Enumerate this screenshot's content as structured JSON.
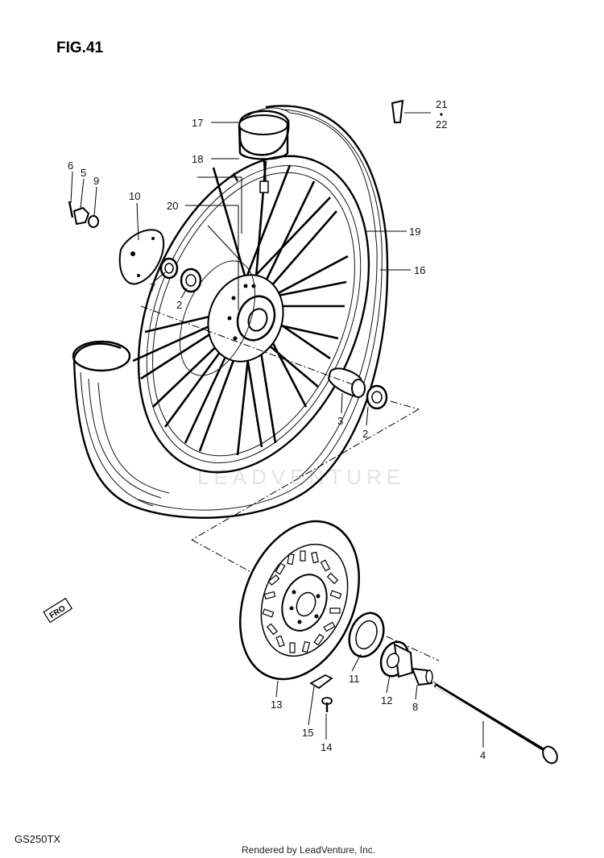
{
  "figure_title": "FIG.41",
  "model_code": "GS250TX",
  "footer_credit": "Rendered by LeadVenture, Inc.",
  "watermark": "LEADVENTURE",
  "front_marker": "FRO",
  "callouts": {
    "c1": "17",
    "c2": "21",
    "c3": "22",
    "c4": "18",
    "c5": "6",
    "c6": "5",
    "c7": "9",
    "c8": "10",
    "c9": "20",
    "c10": "19",
    "c11": "16",
    "c12": "7",
    "c13": "2",
    "c14": "3",
    "c15": "2",
    "c16": "11",
    "c17": "12",
    "c18": "8",
    "c19": "13",
    "c20": "15",
    "c21": "14",
    "c22": "4"
  }
}
